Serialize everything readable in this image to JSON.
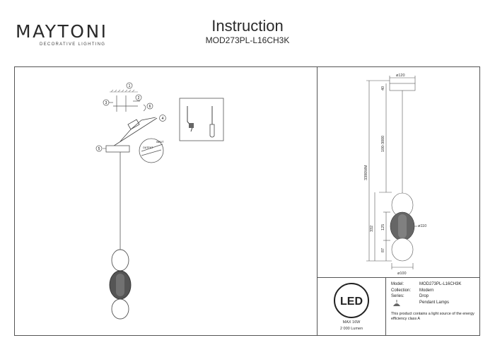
{
  "brand": {
    "name": "MAYTONI",
    "tagline": "DECORATIVE LIGHTING"
  },
  "header": {
    "title": "Instruction",
    "model": "MOD273PL-L16CH3K"
  },
  "install": {
    "callouts": [
      "1",
      "2",
      "3",
      "4",
      "5",
      "6"
    ],
    "wire_labels": [
      "OUTPUT",
      "INPUT"
    ]
  },
  "dimensions": {
    "top_diameter": "ø120",
    "canopy_height": "40",
    "cable_range": "100-3000",
    "total_height": "3390MM",
    "body_height": "332",
    "middle_height": "125",
    "bottom_height": "87",
    "mid_diameter": "ø110",
    "bottom_diameter": "ø100"
  },
  "led": {
    "badge": "LED",
    "power": "MAX 16W",
    "lumen": "2 000 Lumen"
  },
  "spec": {
    "model_label": "Model:",
    "model_value": "MOD273PL-L16CH3K",
    "collection_label": "Collection:",
    "collection_value": "Modern",
    "series_label": "Series:",
    "series_value": "Drop",
    "type_value": "Pendant Lamps",
    "note": "This product contains a light source of the energy efficiency class A"
  }
}
